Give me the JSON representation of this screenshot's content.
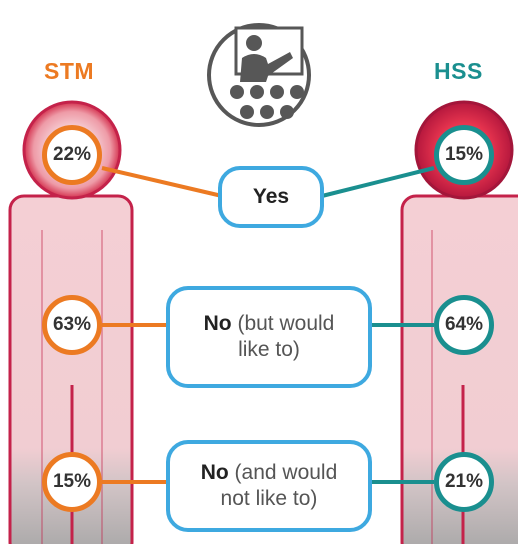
{
  "groups": {
    "left": {
      "name": "STM",
      "color": "#ec7a22"
    },
    "right": {
      "name": "HSS",
      "color": "#1a8f8f"
    }
  },
  "answers": [
    {
      "bold": "Yes",
      "rest": "",
      "rest2": "",
      "left": "22%",
      "right": "15%"
    },
    {
      "bold": "No",
      "rest": " (but would",
      "rest2": "like to)",
      "left": "63%",
      "right": "64%"
    },
    {
      "bold": "No",
      "rest": " (and would",
      "rest2": "not like to)",
      "left": "15%",
      "right": "21%"
    }
  ],
  "colors": {
    "answer_border": "#3ea9e0",
    "body_fill": "#f4cfd4",
    "body_stroke": "#c4224a",
    "head_dark": "#c81e45",
    "grey_fade": "#a6a6a6",
    "icon_gray": "#575757"
  },
  "icon": "teacher-presenting-to-audience-icon"
}
